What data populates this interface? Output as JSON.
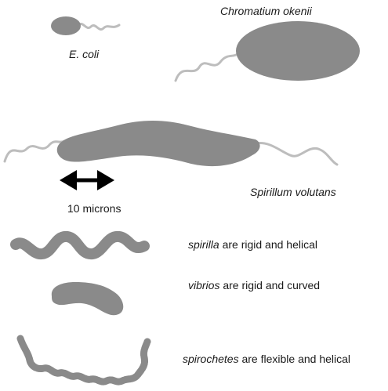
{
  "labels": {
    "ecoli": "E. coli",
    "chromatium": "Chromatium okenii",
    "spirillum": "Spirillum volutans",
    "scale": "10 microns",
    "spirilla_term": "spirilla",
    "spirilla_desc": " are rigid and helical",
    "vibrios_term": "vibrios",
    "vibrios_desc": " are rigid and curved",
    "spirochetes_term": "spirochetes",
    "spirochetes_desc": " are flexible and helical"
  },
  "colors": {
    "body": "#8a8a8a",
    "flagellum": "#bdbdbd",
    "arrow": "#000000"
  }
}
